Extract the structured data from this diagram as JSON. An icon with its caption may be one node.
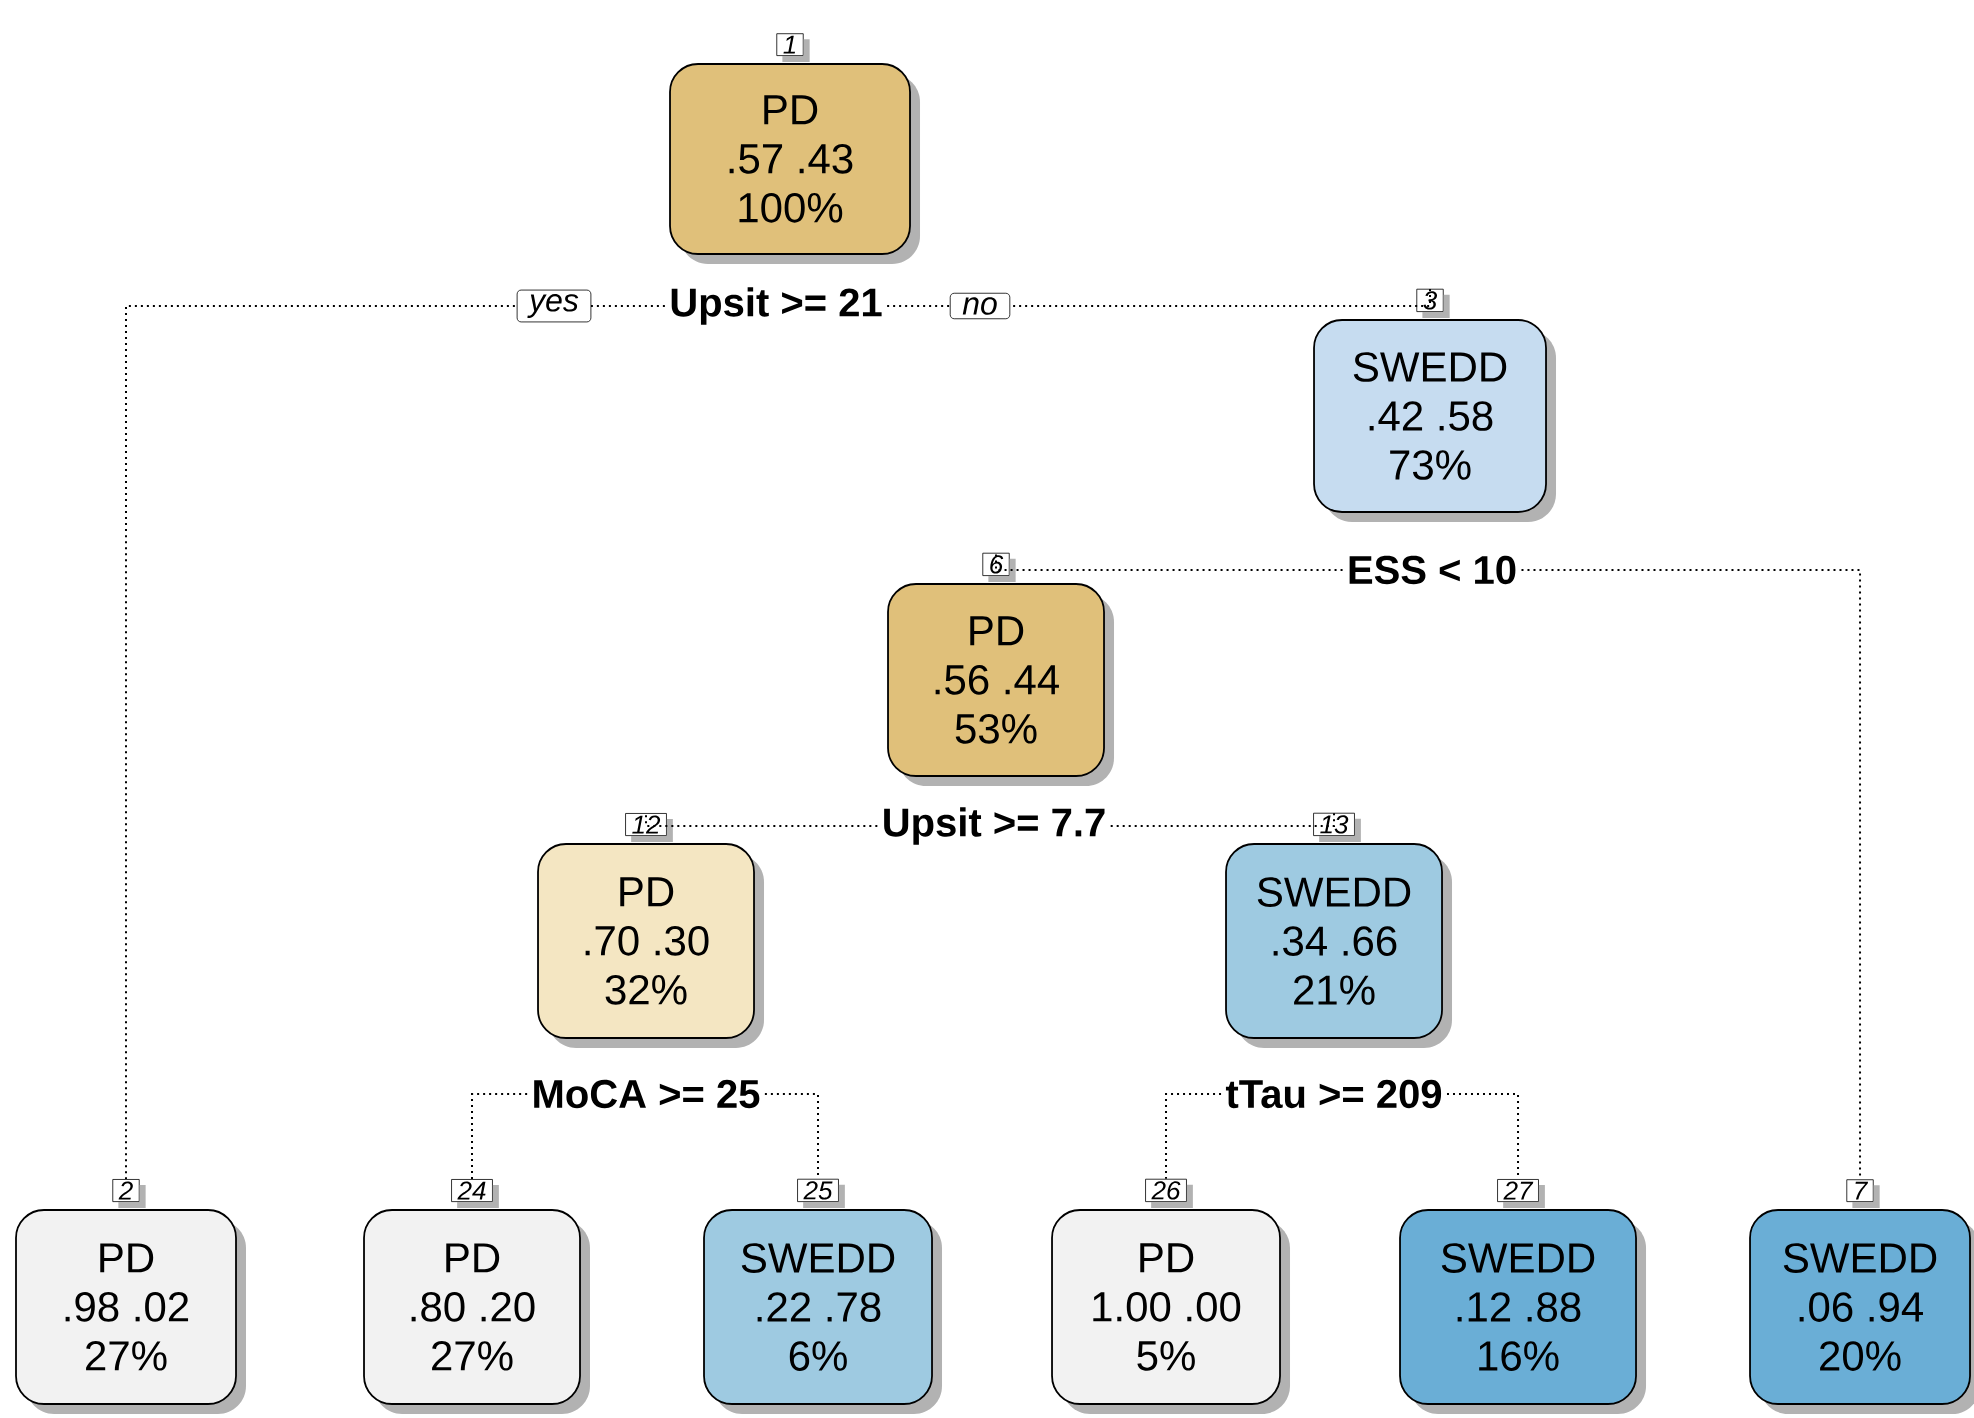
{
  "diagram": {
    "nodes": [
      {
        "text": [
          "PD",
          ".57  .43",
          "100%"
        ],
        "beside": [
          "1",
          "Upsit >= 21"
        ]
      },
      {
        "text": [
          "SWEDD",
          ".42  .58",
          "73%"
        ],
        "beside": [
          "3",
          "ESS < 10"
        ]
      },
      {
        "text": [
          "PD",
          ".56  .44",
          "53%"
        ],
        "beside": [
          "6",
          "Upsit >= 7.7"
        ]
      },
      {
        "text": [
          "PD",
          ".70  .30",
          "32%"
        ],
        "beside": [
          "12",
          "MoCA >= 25"
        ]
      },
      {
        "text": [
          "SWEDD",
          ".34  .66",
          "21%"
        ],
        "beside": [
          "13",
          "tTau >= 209"
        ]
      },
      {
        "text": [
          "PD",
          ".98  .02",
          "27%"
        ],
        "beside": [
          "2"
        ]
      },
      {
        "text": [
          "PD",
          ".80  .20",
          "27%"
        ],
        "beside": [
          "24"
        ]
      },
      {
        "text": [
          "SWEDD",
          ".22  .78",
          "6%"
        ],
        "beside": [
          "25"
        ]
      },
      {
        "text": [
          "PD",
          "1.00  .00",
          "5%"
        ],
        "beside": [
          "26"
        ]
      },
      {
        "text": [
          "SWEDD",
          ".12  .88",
          "16%"
        ],
        "beside": [
          "27"
        ]
      },
      {
        "text": [
          "SWEDD",
          ".06  .94",
          "20%"
        ],
        "beside": [
          "7"
        ]
      }
    ],
    "edges": [
      {
        "from": 0,
        "to": 5,
        "arrow": "none",
        "label": "yes"
      },
      {
        "from": 0,
        "to": 1,
        "arrow": "none",
        "label": "no"
      },
      {
        "from": 1,
        "to": 2,
        "arrow": "none"
      },
      {
        "from": 1,
        "to": 10,
        "arrow": "none"
      },
      {
        "from": 2,
        "to": 3,
        "arrow": "none"
      },
      {
        "from": 2,
        "to": 4,
        "arrow": "none"
      },
      {
        "from": 3,
        "to": 6,
        "arrow": "none"
      },
      {
        "from": 3,
        "to": 7,
        "arrow": "none"
      },
      {
        "from": 4,
        "to": 8,
        "arrow": "none"
      },
      {
        "from": 4,
        "to": 9,
        "arrow": "none"
      }
    ]
  }
}
